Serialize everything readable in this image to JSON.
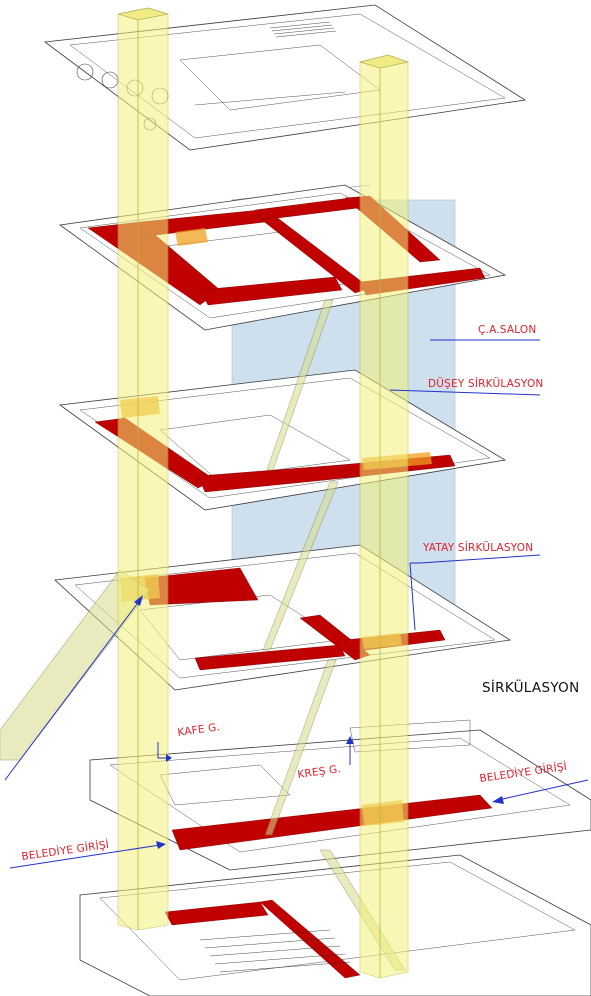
{
  "labels": {
    "ca_salon": "Ç.A.SALON",
    "dusey": "DÜŞEY SİRKÜLASYON",
    "yatay": "YATAY SİRKÜLASYON",
    "sirkulasyon": "SİRKÜLASYON",
    "kafe": "KAFE G.",
    "kres": "KREŞ G.",
    "belediye_right": "BELEDİYE GİRİŞİ",
    "belediye_left": "BELEDİYE GİRİŞİ"
  },
  "colors": {
    "horizontal_circulation": "#c00000",
    "vertical_circulation": "#f4f27a",
    "multipurpose_hall": "#9fc0dc",
    "label_text": "#e0202a",
    "leader_lines": "#2233cc"
  }
}
